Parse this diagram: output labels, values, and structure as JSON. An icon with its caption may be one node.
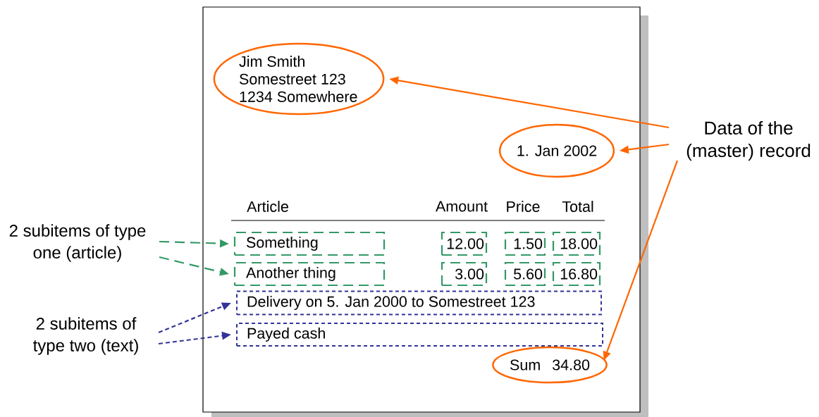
{
  "diagram": {
    "nodes": [
      {
        "text": [],
        "shape": "box"
      },
      {
        "text": [
          "Jim Smith Somestreet 123 1234 Somewhere"
        ],
        "in": 0
      },
      {
        "text": [
          "1. Jan 2002"
        ],
        "in": 0
      },
      {
        "text": [
          "Something"
        ],
        "in": 0
      },
      {
        "text": [
          "12.00"
        ],
        "in": 0
      },
      {
        "text": [
          "1.50"
        ],
        "in": 0
      },
      {
        "text": [
          "18.00"
        ],
        "in": 0
      },
      {
        "text": [
          "Another thing"
        ],
        "in": 0
      },
      {
        "text": [
          "3.00"
        ],
        "in": 0
      },
      {
        "text": [
          "5.60"
        ],
        "in": 0
      },
      {
        "text": [
          "16.80"
        ],
        "in": 0
      },
      {
        "text": [
          "Delivery on 5. Jan 2000 to Somestreet 123"
        ],
        "in": 0
      },
      {
        "text": [
          "Payed cash"
        ],
        "in": 0
      },
      {
        "text": [
          "Sum",
          "34.80"
        ],
        "in": 0
      },
      {
        "text": [
          "Data of the (master) record"
        ]
      },
      {
        "text": [
          "2 subitems of type one (article)"
        ]
      },
      {
        "text": [
          "2 subitems of type two (text)"
        ]
      }
    ],
    "edges": [
      {
        "from": 14,
        "to": 1,
        "arrow": "to"
      },
      {
        "from": 14,
        "to": 2,
        "arrow": "to"
      },
      {
        "from": 14,
        "to": 13,
        "arrow": "to"
      },
      {
        "from": 15,
        "to": 3,
        "arrow": "to",
        "style": "dashed",
        "color": "#339966"
      },
      {
        "from": 15,
        "to": 7,
        "arrow": "to",
        "style": "dashed",
        "color": "#339966"
      },
      {
        "from": 16,
        "to": 11,
        "arrow": "to",
        "style": "dashed",
        "color": "#333399"
      },
      {
        "from": 16,
        "to": 12,
        "arrow": "to",
        "style": "dashed",
        "color": "#333399"
      }
    ],
    "labels": [
      "Article",
      "Amount",
      "Price",
      "Total"
    ]
  }
}
